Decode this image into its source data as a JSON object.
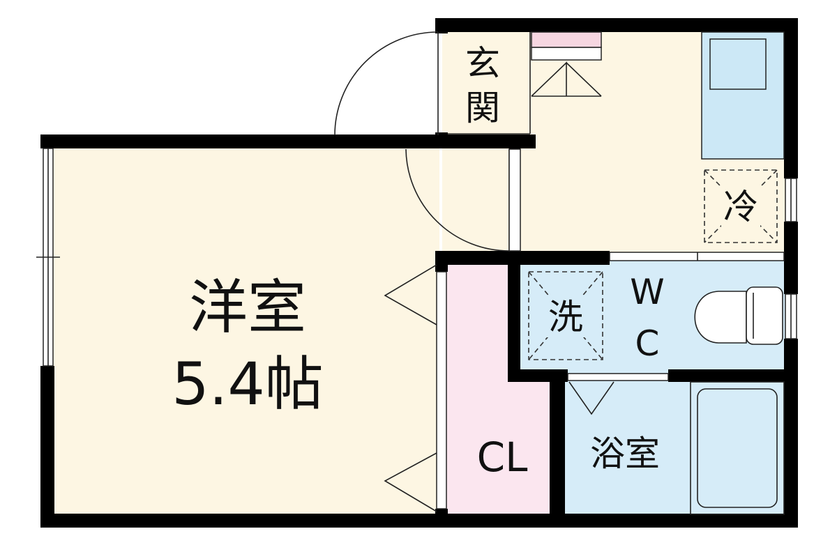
{
  "rooms": {
    "western_room": {
      "label_line1": "洋室",
      "label_line2": "5.4帖"
    },
    "entrance": {
      "label": "玄関"
    },
    "closet": {
      "label": "CL"
    },
    "toilet": {
      "label_line1": "W",
      "label_line2": "C"
    },
    "bath": {
      "label": "浴室"
    }
  },
  "fixtures": {
    "fridge": {
      "label": "冷"
    },
    "washer": {
      "label": "洗"
    }
  },
  "colors": {
    "room_floor": "#fdf6e3",
    "closet_floor": "#fbe6ef",
    "wet_floor": "#d6ecf8",
    "kitchen_counter": "#cce8f6",
    "shoe_box": "#f6d6e1",
    "wall": "#000000"
  }
}
